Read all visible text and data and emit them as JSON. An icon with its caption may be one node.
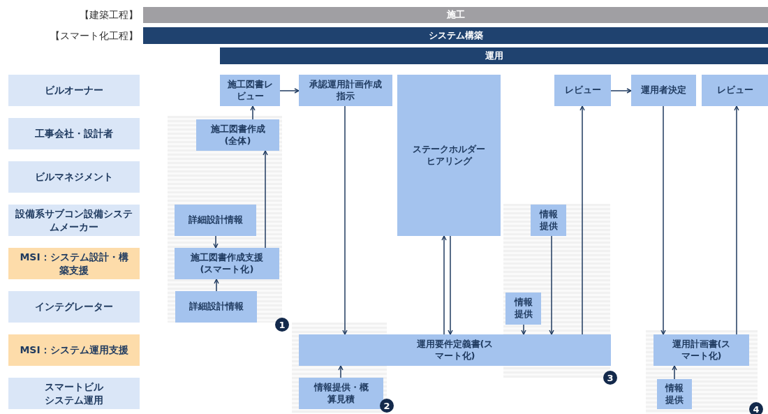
{
  "diagram": {
    "nodes": [
      {
        "text": [
          "施工"
        ],
        "beside": [
          "【建築工程】"
        ]
      },
      {
        "text": [
          "システム構築"
        ],
        "beside": [
          "【スマート化工程】"
        ]
      },
      {
        "text": [
          "運用"
        ]
      },
      {
        "text": [
          "ビルオーナー"
        ]
      },
      {
        "text": [
          "工事会社・設計者"
        ]
      },
      {
        "text": [
          "ビルマネジメント"
        ]
      },
      {
        "text": [
          "設備系サブコン設備システムメーカー"
        ]
      },
      {
        "text": [
          "MSI：システム設計・構築支援"
        ]
      },
      {
        "text": [
          "インテグレーター"
        ]
      },
      {
        "text": [
          "MSI：システム運用支援"
        ]
      },
      {
        "text": [
          "スマートビルシステム運用"
        ]
      },
      {
        "text": [
          "施工図書レビュー"
        ]
      },
      {
        "text": [
          "承認運用計画作成指示"
        ]
      },
      {
        "text": [
          "ステークホルダーヒアリング"
        ]
      },
      {
        "text": [
          "レビュー"
        ]
      },
      {
        "text": [
          "運用者決定"
        ]
      },
      {
        "text": [
          "レビュー"
        ]
      },
      {
        "text": [
          "施工図書作成(全体)"
        ]
      },
      {
        "text": [
          "詳細設計情報"
        ]
      },
      {
        "text": [
          "情報提供"
        ]
      },
      {
        "text": [
          "施工図書作成支援(スマート化)"
        ]
      },
      {
        "text": [
          "詳細設計情報"
        ]
      },
      {
        "text": [
          "情報提供"
        ]
      },
      {
        "text": [
          "運用要件定義書(スマート化)"
        ]
      },
      {
        "text": [
          "運用計画書(スマート化)"
        ]
      },
      {
        "text": [
          "情報提供・概算見積"
        ]
      },
      {
        "text": [
          "情報提供"
        ]
      }
    ],
    "edges": [
      {
        "from": 17,
        "to": 11,
        "arrow": "to"
      },
      {
        "from": 11,
        "to": 12,
        "arrow": "to"
      },
      {
        "from": 12,
        "to": 23,
        "arrow": "to"
      },
      {
        "from": 21,
        "to": 20,
        "arrow": "to"
      },
      {
        "from": 18,
        "to": 20,
        "arrow": "to"
      },
      {
        "from": 20,
        "to": 17,
        "arrow": "to"
      },
      {
        "from": 23,
        "to": 13,
        "arrow": "to"
      },
      {
        "from": 13,
        "to": 23,
        "arrow": "to"
      },
      {
        "from": 22,
        "to": 23,
        "arrow": "to"
      },
      {
        "from": 19,
        "to": 23,
        "arrow": "to"
      },
      {
        "from": 23,
        "to": 14,
        "arrow": "to"
      },
      {
        "from": 14,
        "to": 15,
        "arrow": "to"
      },
      {
        "from": 15,
        "to": 24,
        "arrow": "to"
      },
      {
        "from": 24,
        "to": 16,
        "arrow": "to"
      },
      {
        "from": 25,
        "to": 23,
        "arrow": "to"
      },
      {
        "from": 26,
        "to": 24,
        "arrow": "to"
      }
    ],
    "labels": [
      "1",
      "2",
      "3",
      "4"
    ]
  }
}
